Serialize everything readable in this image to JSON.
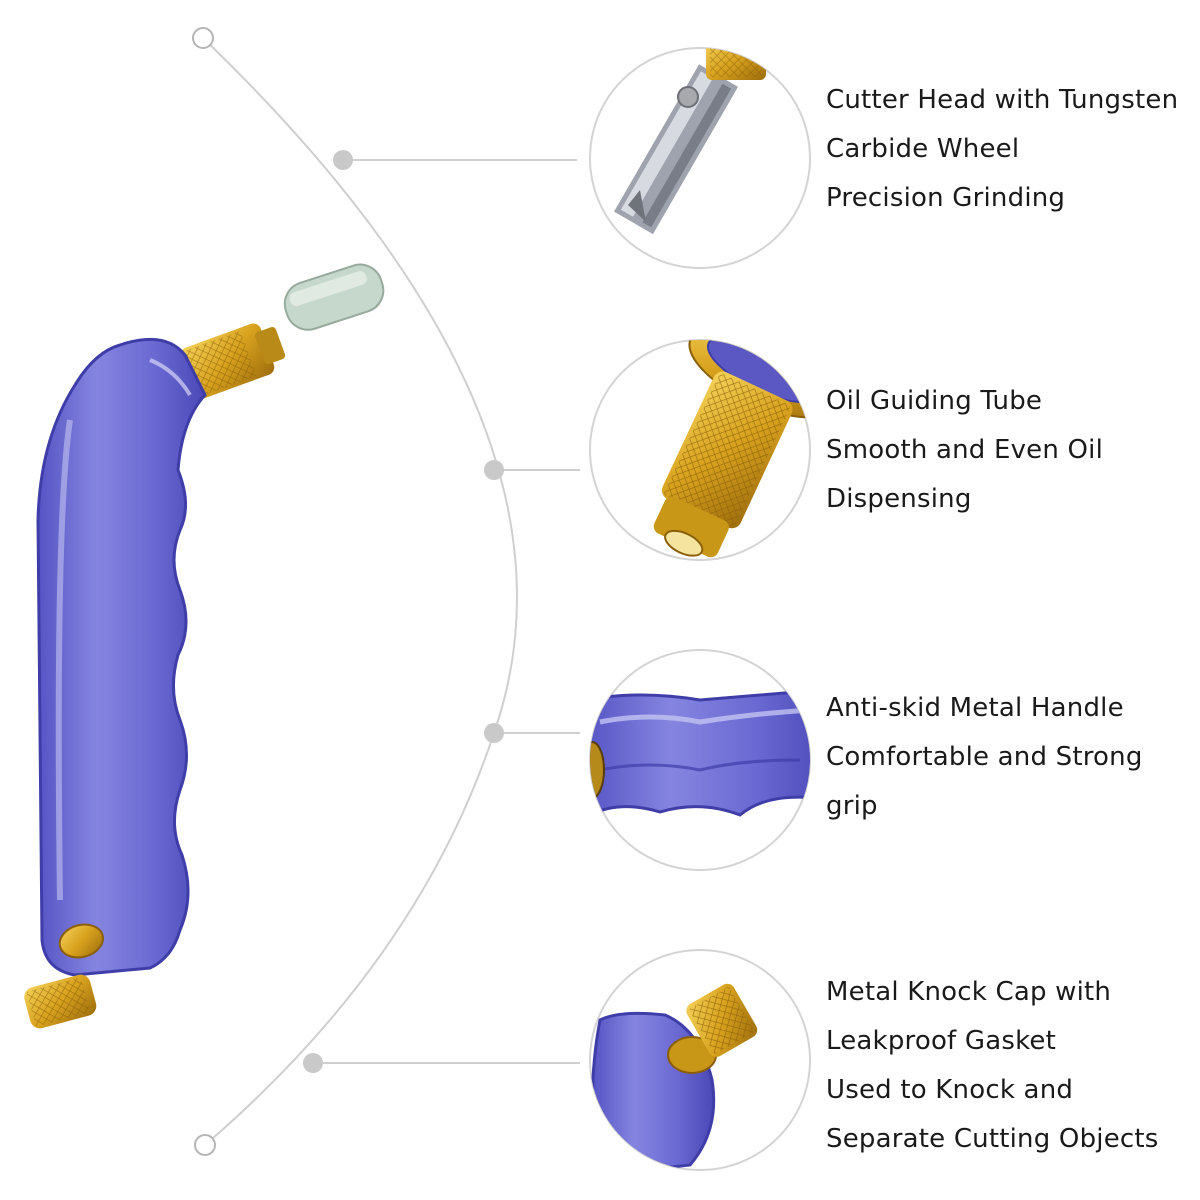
{
  "features": [
    {
      "lines": [
        "Cutter Head with Tungsten",
        "Carbide Wheel",
        "Precision Grinding"
      ]
    },
    {
      "lines": [
        "Oil Guiding Tube",
        "Smooth and Even Oil",
        "Dispensing"
      ]
    },
    {
      "lines": [
        "Anti-skid Metal Handle",
        "Comfortable and Strong",
        "grip"
      ]
    },
    {
      "lines": [
        "Metal Knock Cap with",
        "Leakproof Gasket",
        "Used to Knock and",
        "Separate Cutting Objects"
      ]
    }
  ],
  "colors": {
    "handle": "#6f6fd6",
    "handle_dark": "#4b48b8",
    "handle_light": "#b9b9ef",
    "brass": "#d9a520",
    "brass_dark": "#a97810",
    "cap": "#c8d6cc",
    "arc": "#cfcfcf",
    "node": "#c9c9c9"
  }
}
